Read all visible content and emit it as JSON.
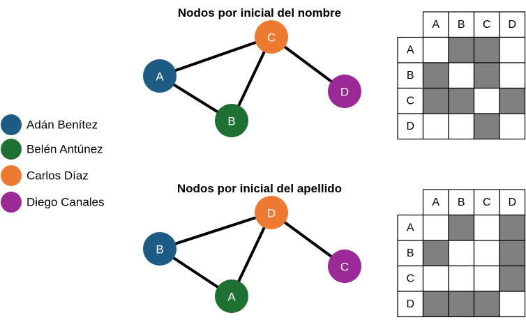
{
  "colors": {
    "A_node": "#1f5c85",
    "B_node": "#1e7033",
    "C_node": "#ee7a32",
    "D_node": "#9c2a96",
    "filled": "#808080",
    "empty": "#ffffff"
  },
  "legend": [
    {
      "name": "Adán Benítez",
      "color": "#1f5c85"
    },
    {
      "name": "Belén Antúnez",
      "color": "#1e7033"
    },
    {
      "name": "Carlos Díaz",
      "color": "#ee7a32"
    },
    {
      "name": "Diego Canales",
      "color": "#9c2a96"
    }
  ],
  "graphs": [
    {
      "title": "Nodos por inicial del nombre",
      "nodes": [
        {
          "label": "A",
          "color": "#1f5c85"
        },
        {
          "label": "B",
          "color": "#1e7033"
        },
        {
          "label": "C",
          "color": "#ee7a32"
        },
        {
          "label": "D",
          "color": "#9c2a96"
        }
      ],
      "edges": [
        [
          "A",
          "B"
        ],
        [
          "A",
          "C"
        ],
        [
          "B",
          "C"
        ],
        [
          "C",
          "D"
        ]
      ]
    },
    {
      "title": "Nodos por inicial del apellido",
      "nodes": [
        {
          "label": "B",
          "color": "#1f5c85"
        },
        {
          "label": "A",
          "color": "#1e7033"
        },
        {
          "label": "D",
          "color": "#ee7a32"
        },
        {
          "label": "C",
          "color": "#9c2a96"
        }
      ],
      "edges": [
        [
          "B",
          "A"
        ],
        [
          "B",
          "D"
        ],
        [
          "A",
          "D"
        ],
        [
          "D",
          "C"
        ]
      ]
    }
  ],
  "matrices": [
    {
      "headers": [
        "A",
        "B",
        "C",
        "D"
      ],
      "rows": [
        "A",
        "B",
        "C",
        "D"
      ],
      "cells": [
        [
          0,
          1,
          1,
          0
        ],
        [
          1,
          0,
          1,
          0
        ],
        [
          1,
          1,
          0,
          1
        ],
        [
          0,
          0,
          1,
          0
        ]
      ]
    },
    {
      "headers": [
        "A",
        "B",
        "C",
        "D"
      ],
      "rows": [
        "A",
        "B",
        "C",
        "D"
      ],
      "cells": [
        [
          0,
          1,
          0,
          1
        ],
        [
          1,
          0,
          0,
          1
        ],
        [
          0,
          0,
          0,
          1
        ],
        [
          1,
          1,
          1,
          0
        ]
      ]
    }
  ]
}
